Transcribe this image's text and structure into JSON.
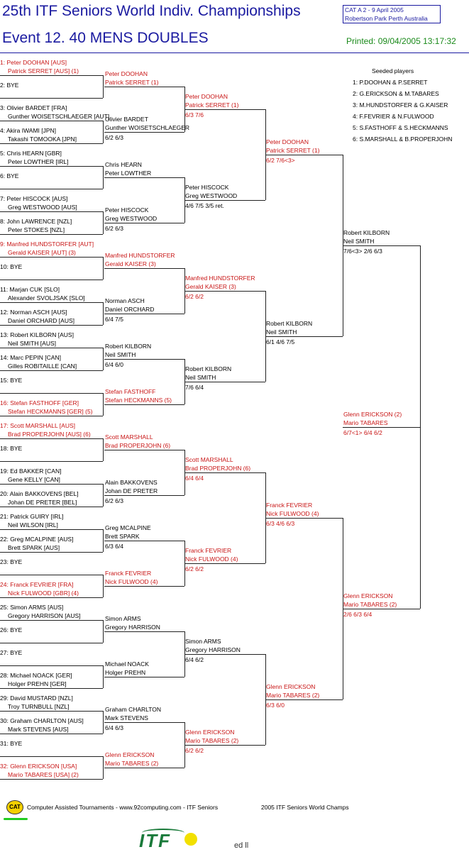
{
  "header": {
    "title": "25th ITF Seniors World Indiv. Championships",
    "event": "Event 12. 40 MENS DOUBLES",
    "category": "CAT A   2 - 9 April 2005",
    "venue": "Robertson Park Perth    Australia",
    "printed": "Printed: 09/04/2005 13:17:32"
  },
  "draw": [
    {
      "num": "1:",
      "p1": "Peter DOOHAN [AUS]",
      "p2": "Patrick SERRET [AUS] (1)",
      "seeded": true
    },
    {
      "num": "2:",
      "p1": "BYE",
      "p2": "",
      "seeded": false
    },
    {
      "num": "3:",
      "p1": "Olivier BARDET [FRA]",
      "p2": "Gunther WOISETSCHLAEGER [AUT]",
      "seeded": false
    },
    {
      "num": "4:",
      "p1": "Akira IWAMI [JPN]",
      "p2": "Takashi TOMOOKA [JPN]",
      "seeded": false
    },
    {
      "num": "5:",
      "p1": "Chris HEARN [GBR]",
      "p2": "Peter LOWTHER [IRL]",
      "seeded": false
    },
    {
      "num": "6:",
      "p1": "BYE",
      "p2": "",
      "seeded": false
    },
    {
      "num": "7:",
      "p1": "Peter HISCOCK [AUS]",
      "p2": "Greg WESTWOOD [AUS]",
      "seeded": false
    },
    {
      "num": "8:",
      "p1": "John LAWRENCE [NZL]",
      "p2": "Peter STOKES [NZL]",
      "seeded": false
    },
    {
      "num": "9:",
      "p1": "Manfred HUNDSTORFER [AUT]",
      "p2": "Gerald KAISER [AUT] (3)",
      "seeded": true
    },
    {
      "num": "10:",
      "p1": "BYE",
      "p2": "",
      "seeded": false
    },
    {
      "num": "11:",
      "p1": "Marjan CUK [SLO]",
      "p2": "Alexander SVOLJSAK [SLO]",
      "seeded": false
    },
    {
      "num": "12:",
      "p1": "Norman ASCH [AUS]",
      "p2": "Daniel ORCHARD [AUS]",
      "seeded": false
    },
    {
      "num": "13:",
      "p1": "Robert KILBORN [AUS]",
      "p2": "Neil SMITH [AUS]",
      "seeded": false
    },
    {
      "num": "14:",
      "p1": "Marc PEPIN [CAN]",
      "p2": "Gilles ROBITAILLE [CAN]",
      "seeded": false
    },
    {
      "num": "15:",
      "p1": "BYE",
      "p2": "",
      "seeded": false
    },
    {
      "num": "16:",
      "p1": "Stefan FASTHOFF [GER]",
      "p2": "Stefan HECKMANNS [GER] (5)",
      "seeded": true
    },
    {
      "num": "17:",
      "p1": "Scott MARSHALL [AUS]",
      "p2": "Brad PROPERJOHN [AUS] (6)",
      "seeded": true
    },
    {
      "num": "18:",
      "p1": "BYE",
      "p2": "",
      "seeded": false
    },
    {
      "num": "19:",
      "p1": "Ed BAKKER [CAN]",
      "p2": "Gene KELLY [CAN]",
      "seeded": false
    },
    {
      "num": "20:",
      "p1": "Alain BAKKOVENS [BEL]",
      "p2": "Johan DE PRETER [BEL]",
      "seeded": false
    },
    {
      "num": "21:",
      "p1": "Patrick GUIRY [IRL]",
      "p2": "Neil WILSON [IRL]",
      "seeded": false
    },
    {
      "num": "22:",
      "p1": "Greg MCALPINE [AUS]",
      "p2": "Brett SPARK [AUS]",
      "seeded": false
    },
    {
      "num": "23:",
      "p1": "BYE",
      "p2": "",
      "seeded": false
    },
    {
      "num": "24:",
      "p1": "Franck FEVRIER [FRA]",
      "p2": "Nick FULWOOD [GBR] (4)",
      "seeded": true
    },
    {
      "num": "25:",
      "p1": "Simon ARMS [AUS]",
      "p2": "Gregory HARRISON [AUS]",
      "seeded": false
    },
    {
      "num": "26:",
      "p1": "BYE",
      "p2": "",
      "seeded": false
    },
    {
      "num": "27:",
      "p1": "BYE",
      "p2": "",
      "seeded": false
    },
    {
      "num": "28:",
      "p1": "Michael NOACK [GER]",
      "p2": "Holger PREHN [GER]",
      "seeded": false
    },
    {
      "num": "29:",
      "p1": "David MUSTARD [NZL]",
      "p2": "Troy TURNBULL [NZL]",
      "seeded": false
    },
    {
      "num": "30:",
      "p1": "Graham CHARLTON [AUS]",
      "p2": "Mark STEVENS [AUS]",
      "seeded": false
    },
    {
      "num": "31:",
      "p1": "BYE",
      "p2": "",
      "seeded": false
    },
    {
      "num": "32:",
      "p1": "Glenn ERICKSON [USA]",
      "p2": "Mario TABARES [USA] (2)",
      "seeded": true
    }
  ],
  "round2": [
    {
      "p1": "Peter DOOHAN",
      "p2": "Patrick SERRET (1)",
      "score": "",
      "seeded": true
    },
    {
      "p1": "Olivier BARDET",
      "p2": "Gunther WOISETSCHLAEGER",
      "score": "6/2 6/3",
      "seeded": false
    },
    {
      "p1": "Chris HEARN",
      "p2": "Peter LOWTHER",
      "score": "",
      "seeded": false
    },
    {
      "p1": "Peter HISCOCK",
      "p2": "Greg WESTWOOD",
      "score": "6/2 6/3",
      "seeded": false
    },
    {
      "p1": "Manfred HUNDSTORFER",
      "p2": "Gerald KAISER (3)",
      "score": "",
      "seeded": true
    },
    {
      "p1": "Norman ASCH",
      "p2": "Daniel ORCHARD",
      "score": "6/4 7/5",
      "seeded": false
    },
    {
      "p1": "Robert KILBORN",
      "p2": "Neil SMITH",
      "score": "6/4 6/0",
      "seeded": false
    },
    {
      "p1": "Stefan FASTHOFF",
      "p2": "Stefan HECKMANNS (5)",
      "score": "",
      "seeded": true
    },
    {
      "p1": "Scott MARSHALL",
      "p2": "Brad PROPERJOHN (6)",
      "score": "",
      "seeded": true
    },
    {
      "p1": "Alain BAKKOVENS",
      "p2": "Johan DE PRETER",
      "score": "6/2 6/3",
      "seeded": false
    },
    {
      "p1": "Greg MCALPINE",
      "p2": "Brett SPARK",
      "score": "6/3 6/4",
      "seeded": false
    },
    {
      "p1": "Franck FEVRIER",
      "p2": "Nick FULWOOD (4)",
      "score": "",
      "seeded": true
    },
    {
      "p1": "Simon ARMS",
      "p2": "Gregory HARRISON",
      "score": "",
      "seeded": false
    },
    {
      "p1": "Michael NOACK",
      "p2": "Holger PREHN",
      "score": "",
      "seeded": false
    },
    {
      "p1": "Graham CHARLTON",
      "p2": "Mark STEVENS",
      "score": "6/4 6/3",
      "seeded": false
    },
    {
      "p1": "Glenn ERICKSON",
      "p2": "Mario TABARES (2)",
      "score": "",
      "seeded": true
    }
  ],
  "round3": [
    {
      "p1": "Peter DOOHAN",
      "p2": "Patrick SERRET (1)",
      "score": "6/3 7/6",
      "seeded": true
    },
    {
      "p1": "Peter HISCOCK",
      "p2": "Greg WESTWOOD",
      "score": "4/6 7/5 3/5 ret.",
      "seeded": false
    },
    {
      "p1": "Manfred HUNDSTORFER",
      "p2": "Gerald KAISER (3)",
      "score": "6/2 6/2",
      "seeded": true
    },
    {
      "p1": "Robert KILBORN",
      "p2": "Neil SMITH",
      "score": "7/6 6/4",
      "seeded": false
    },
    {
      "p1": "Scott MARSHALL",
      "p2": "Brad PROPERJOHN (6)",
      "score": "6/4 6/4",
      "seeded": true
    },
    {
      "p1": "Franck FEVRIER",
      "p2": "Nick FULWOOD (4)",
      "score": "6/2 6/2",
      "seeded": true
    },
    {
      "p1": "Simon ARMS",
      "p2": "Gregory HARRISON",
      "score": "6/4 6/2",
      "seeded": false
    },
    {
      "p1": "Glenn ERICKSON",
      "p2": "Mario TABARES (2)",
      "score": "6/2 6/2",
      "seeded": true
    }
  ],
  "quarterfinals": [
    {
      "p1": "Peter DOOHAN",
      "p2": "Patrick SERRET (1)",
      "score": "6/2 7/6<3>",
      "seeded": true
    },
    {
      "p1": "Robert KILBORN",
      "p2": "Neil SMITH",
      "score": "6/1 4/6 7/5",
      "seeded": false
    },
    {
      "p1": "Franck FEVRIER",
      "p2": "Nick FULWOOD (4)",
      "score": "6/3 4/6 6/3",
      "seeded": true
    },
    {
      "p1": "Glenn ERICKSON",
      "p2": "Mario TABARES (2)",
      "score": "6/3 6/0",
      "seeded": true
    }
  ],
  "semifinals": [
    {
      "p1": "Robert KILBORN",
      "p2": "Neil SMITH",
      "score": "7/6<3> 2/6 6/3",
      "seeded": false
    },
    {
      "p1": "Glenn ERICKSON",
      "p2": "Mario TABARES (2)",
      "score": "2/6 6/3 6/4",
      "seeded": true
    }
  ],
  "final": {
    "p1": "Glenn ERICKSON (2)",
    "p2": "Mario TABARES",
    "score": "6/7<1> 6/4 6/2",
    "seeded": true
  },
  "seeded_players": {
    "title": "Seeded players",
    "list": [
      "1: P.DOOHAN & P.SERRET",
      "2: G.ERICKSON & M.TABARES",
      "3: M.HUNDSTORFER & G.KAISER",
      "4: F.FEVRIER & N.FULWOOD",
      "5: S.FASTHOFF & S.HECKMANNS",
      "6: S.MARSHALL & B.PROPERJOHN"
    ]
  },
  "footer": {
    "logo": "CAT",
    "credit": "Computer Assisted Tournaments - www.92computing.com -  ITF Seniors",
    "event_name": "2005 ITF Seniors World Champs",
    "brand": "ITF",
    "tagline": "ed    ll"
  },
  "colors": {
    "heading": "#1a1aa0",
    "seed": "#c81414",
    "printed": "#1a8a1a"
  }
}
